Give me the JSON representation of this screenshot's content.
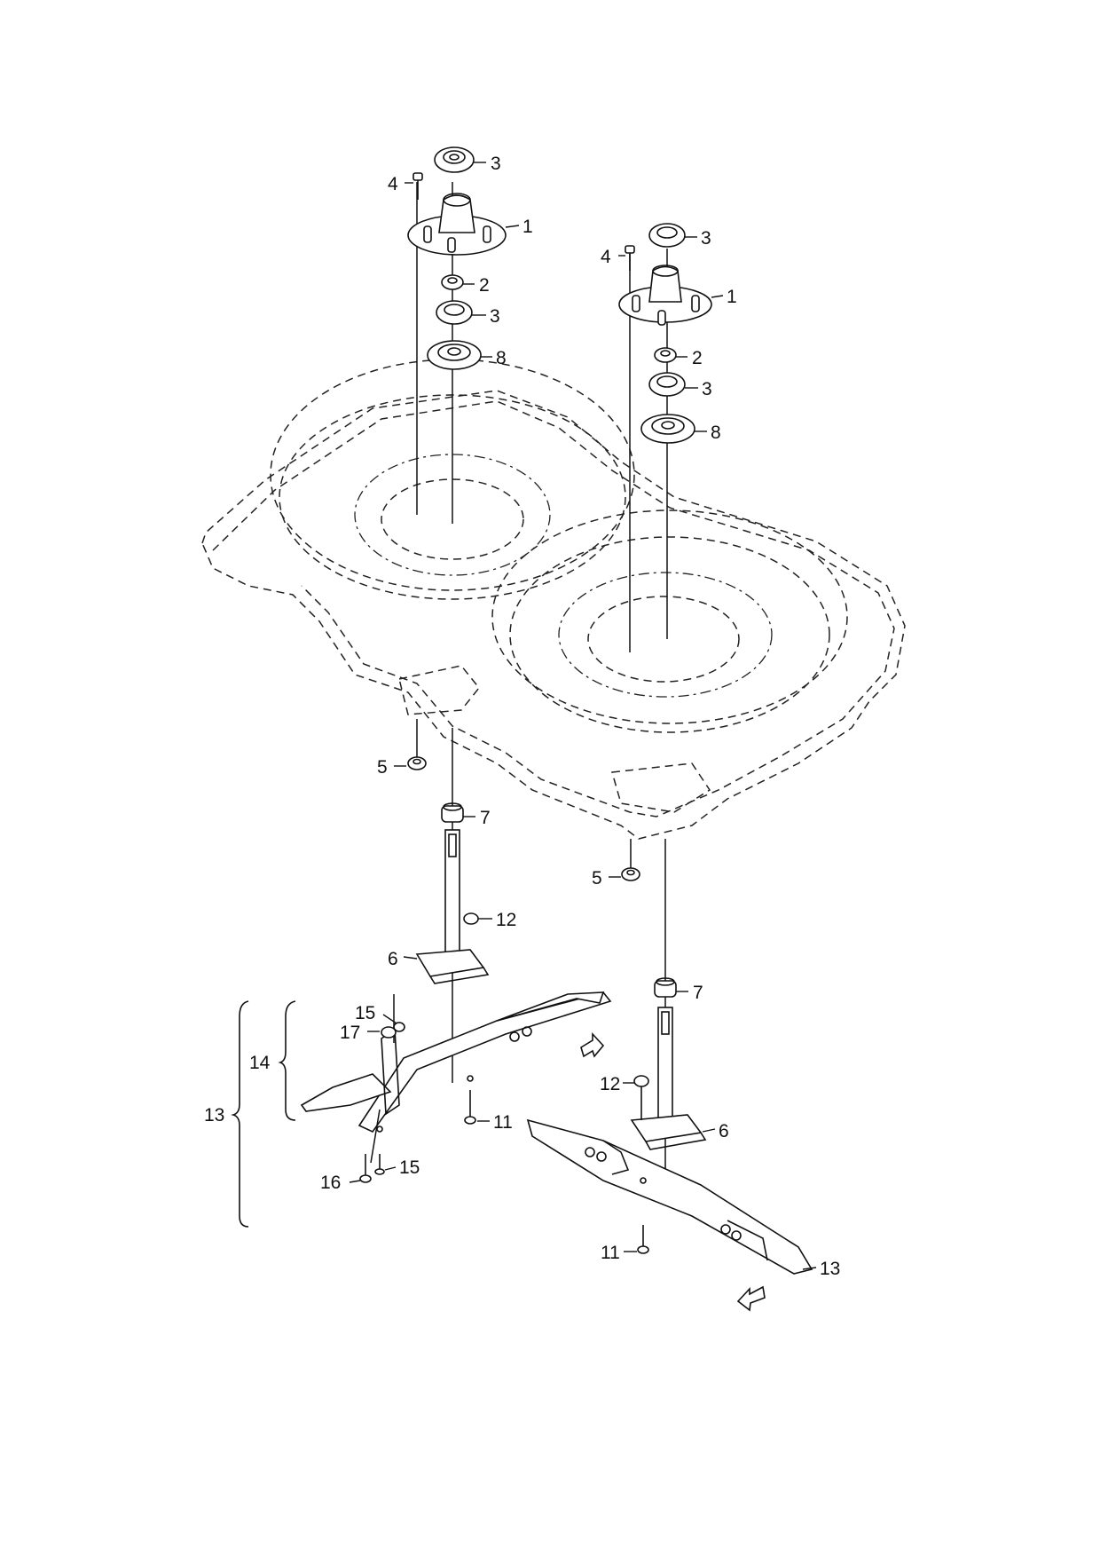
{
  "diagram": {
    "callouts": [
      {
        "id": "c3a",
        "text": "3"
      },
      {
        "id": "c4a",
        "text": "4"
      },
      {
        "id": "c1a",
        "text": "1"
      },
      {
        "id": "c2a",
        "text": "2"
      },
      {
        "id": "c3b",
        "text": "3"
      },
      {
        "id": "c8a",
        "text": "8"
      },
      {
        "id": "c3c",
        "text": "3"
      },
      {
        "id": "c4b",
        "text": "4"
      },
      {
        "id": "c1b",
        "text": "1"
      },
      {
        "id": "c2b",
        "text": "2"
      },
      {
        "id": "c3d",
        "text": "3"
      },
      {
        "id": "c8b",
        "text": "8"
      },
      {
        "id": "c5a",
        "text": "5"
      },
      {
        "id": "c7a",
        "text": "7"
      },
      {
        "id": "c12a",
        "text": "12"
      },
      {
        "id": "c6a",
        "text": "6"
      },
      {
        "id": "c5b",
        "text": "5"
      },
      {
        "id": "c7b",
        "text": "7"
      },
      {
        "id": "c15a",
        "text": "15"
      },
      {
        "id": "c17",
        "text": "17"
      },
      {
        "id": "c14",
        "text": "14"
      },
      {
        "id": "c13a",
        "text": "13"
      },
      {
        "id": "c11a",
        "text": "11"
      },
      {
        "id": "c15b",
        "text": "15"
      },
      {
        "id": "c16",
        "text": "16"
      },
      {
        "id": "c12b",
        "text": "12"
      },
      {
        "id": "c6b",
        "text": "6"
      },
      {
        "id": "c11b",
        "text": "11"
      },
      {
        "id": "c13b",
        "text": "13"
      }
    ]
  }
}
